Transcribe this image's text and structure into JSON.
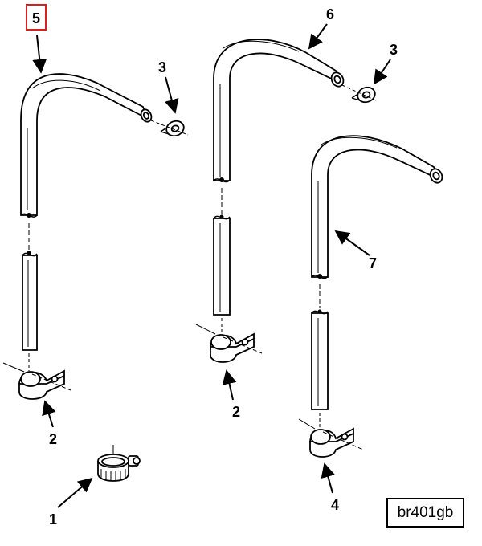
{
  "callouts": {
    "c1": "1",
    "c2a": "2",
    "c2b": "2",
    "c3a": "3",
    "c3b": "3",
    "c4": "4",
    "c5": "5",
    "c6": "6",
    "c7": "7"
  },
  "highlighted_callout": "5",
  "highlight_color": "#d92020",
  "reference_code": "br401gb"
}
